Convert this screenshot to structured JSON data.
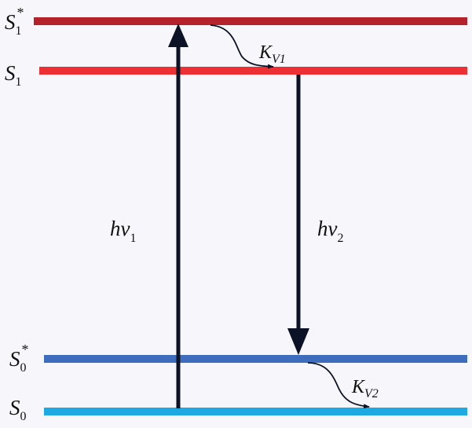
{
  "levels": [
    {
      "key": "s1_star",
      "main": "S",
      "sub": "1",
      "sup": "*",
      "color": "#b5222b"
    },
    {
      "key": "s1",
      "main": "S",
      "sub": "1",
      "sup": "",
      "color": "#ec3033"
    },
    {
      "key": "s0_star",
      "main": "S",
      "sub": "0",
      "sup": "*",
      "color": "#3f6dbd"
    },
    {
      "key": "s0",
      "main": "S",
      "sub": "0",
      "sup": "",
      "color": "#1fa9e2"
    }
  ],
  "transitions": {
    "absorption": {
      "main": "hv",
      "sub": "1"
    },
    "emission": {
      "main": "hv",
      "sub": "2"
    },
    "relax_upper": {
      "main": "K",
      "sub": "V1"
    },
    "relax_lower": {
      "main": "K",
      "sub": "V2"
    }
  },
  "colors": {
    "arrow": "#0c1326",
    "text": "#111111"
  }
}
